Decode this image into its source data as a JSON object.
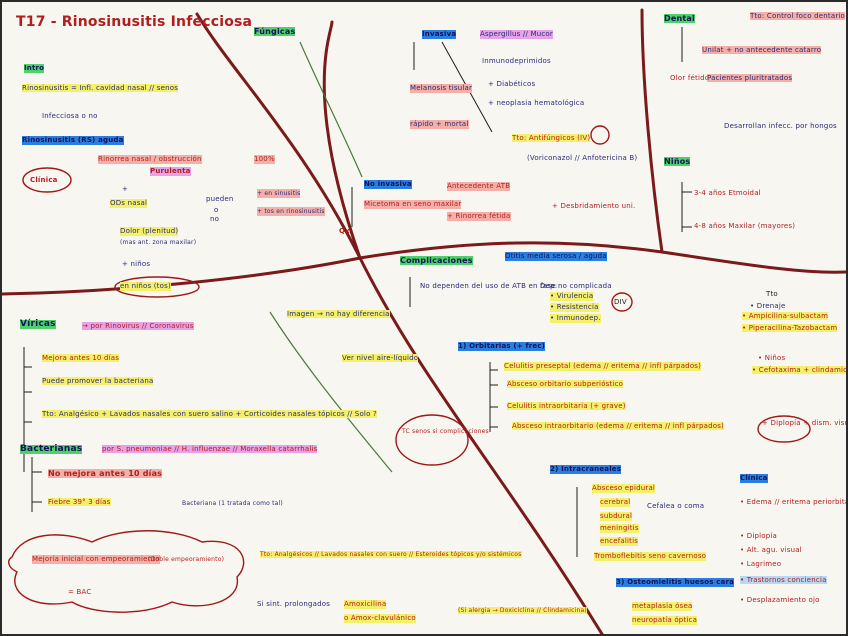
{
  "title": "T17 - Rinosinusitis Infecciosa",
  "intro": {
    "head": "Intro",
    "line1": "Rinosinusitis = Infl. cavidad nasal // senos",
    "line2": "Infecciosa o no"
  },
  "clinical": {
    "head": "Rinosinusitis (RS) aguda",
    "badge": "Clínica",
    "rinorrea": "Rinorrea nasal / obstrucción",
    "purulenta": "Purulenta",
    "plus": "+",
    "odi": "ODs nasal",
    "dolor": "Dolor (plenitud)",
    "dolor2": "(mas ant. zona maxilar)",
    "pueden": "pueden",
    "o": "o",
    "no": "no",
    "perc": "100%",
    "sinus": "+ en sinusitis",
    "tos": "+ tos en rinosinusitis",
    "ninos": "+ niños",
    "ninos_tos": "en niños (tos)"
  },
  "fungicas": {
    "head": "Fúngicas",
    "invasiva": "Invasiva",
    "asper": "Aspergillus // Mucor",
    "inmuno": "Inmunodeprimidos",
    "diab": "+ Diabéticos",
    "neo": "+ neoplasia hematológica",
    "melan": "Melanosis tisular",
    "rapido": "rápido + mortal",
    "tto": "Tto: Antifúngicos (IV)",
    "vori": "(Voriconazol // Anfotericina B)",
    "desbrid": "+ Desbridamiento uni.",
    "noinv": "No invasiva",
    "antec": "Antecedente ATB",
    "micet": "Micetoma en seno maxilar",
    "rinorrea": "+ Rinorrea fétida",
    "qx": "Qx"
  },
  "dental": {
    "head": "Dental",
    "tto": "Tto: Control foco dentario",
    "unilat": "Unilat + no antecedente catarro",
    "olor": "Olor fétido",
    "pac": "Pacientes pluritratados",
    "desarr": "Desarrollan infecc. por hongos"
  },
  "ninos": {
    "head": "Niños",
    "etm": "3-4 años Etmoidal",
    "max": "4-8 años Maxilar (mayores)"
  },
  "complic": {
    "head": "Complicaciones",
    "otitis": "Otitis media serosa / aguda",
    "nodep": "No dependen del uso de ATB en fase no complicada",
    "dep": "Dep:",
    "virul": "• Virulencia",
    "resist": "• Resistencia",
    "inmuno": "• Inmunodep.",
    "div": "DIV",
    "orb": "1) Orbitarias (+ frec)",
    "celul": "Celulitis preseptal (edema // eritema // infl párpados)",
    "absc1": "Absceso orbitario subperióstico",
    "celul2": "Celulitis intraorbitaria (+ grave)",
    "absc2": "Absceso intraorbitario (edema // eritema // infl párpados)",
    "dipl": "+ Diplopía + dism. visual",
    "tto": "Tto",
    "drenaje": "• Drenaje",
    "ampi": "• Ampicilina-sulbactam",
    "pipe": "• Piperacilina-Tazobactam",
    "nino": "• Niños",
    "cefo": "• Cefotaxima + clindamicina",
    "intra": "2) Intracraneales",
    "ab1": "Absceso epidural",
    "ab2": "cerebral",
    "ab3": "subdural",
    "ab4": "meningitis",
    "ab5": "encefalitis",
    "ab6": "Tromboflebitis seno cavernoso",
    "cef": "Cefalea o coma",
    "clin": "Clínica",
    "cl1": "• Edema // eritema periorbitario // frontal",
    "cl2": "• Diplopía",
    "cl3": "• Alt. agu. visual",
    "cl4": "• Lagrimeo",
    "cl5": "• Trastornos conciencia",
    "cl6": "• Desplazamiento ojo",
    "osteo": "3) Osteomielitis huesos cara",
    "osteo2": "metaplasia ósea",
    "osteo3": "neuropatía óptica"
  },
  "viricas": {
    "head": "Víricas",
    "por": "→ por Rinovirus // Coronavirus",
    "mejora": "Mejora antes 10 días",
    "bact": "Puede promover la bacteriana",
    "tto": "Tto: Analgésico + Lavados nasales con suero salino + Corticoides nasales tópicos // Solo ?",
    "imagen": "Imagen → no hay diferencia",
    "ver": "Ver nivel aire-líquido",
    "tc": "TC senos si complicaciones"
  },
  "bacterianas": {
    "head": "Bacterianas",
    "por": "por S. pneumoniae // H. influenzae // Moraxella catarrhalis",
    "nomej": "No mejora antes 10 días",
    "fiebre": "Fiebre 39° 3 días",
    "bacter": "Bacteriana (1 tratada como tal)",
    "mejoria": "Mejoría inicial con empeoramiento",
    "doble": "(Doble empeoramiento)",
    "bac": "= BAC",
    "tto": "Tto: Analgésicos // Lavados nasales con suero // Esteroides tópicos y/o sistémicos",
    "sint": "Si sint. prolongados",
    "amox": "Amoxicilina",
    "amoxc": "o Amox-clavulánico",
    "alerg": "(Si alergia → Doxiciclina // Clindamicina)"
  }
}
